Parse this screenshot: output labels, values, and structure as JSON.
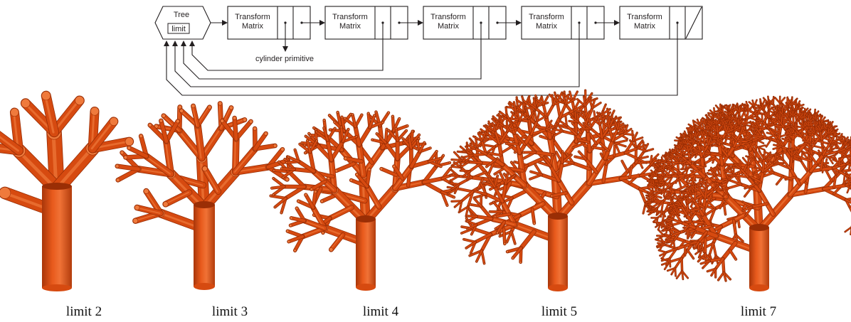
{
  "diagram": {
    "root_label": "Tree",
    "param_label": "limit",
    "nodes": [
      {
        "line1": "Transform",
        "line2": "Matrix"
      },
      {
        "line1": "Transform",
        "line2": "Matrix"
      },
      {
        "line1": "Transform",
        "line2": "Matrix"
      },
      {
        "line1": "Transform",
        "line2": "Matrix"
      },
      {
        "line1": "Transform",
        "line2": "Matrix"
      }
    ],
    "primitive_label": "cylinder primitive"
  },
  "trees": [
    {
      "caption": "limit 2",
      "depth": 2
    },
    {
      "caption": "limit 3",
      "depth": 3
    },
    {
      "caption": "limit 4",
      "depth": 4
    },
    {
      "caption": "limit 5",
      "depth": 5
    },
    {
      "caption": "limit 7",
      "depth": 7
    }
  ],
  "colors": {
    "ink": "#231f20",
    "trunk": "#d64a10",
    "trunk_dark": "#9a2e05",
    "trunk_light": "#ef7a3c"
  }
}
